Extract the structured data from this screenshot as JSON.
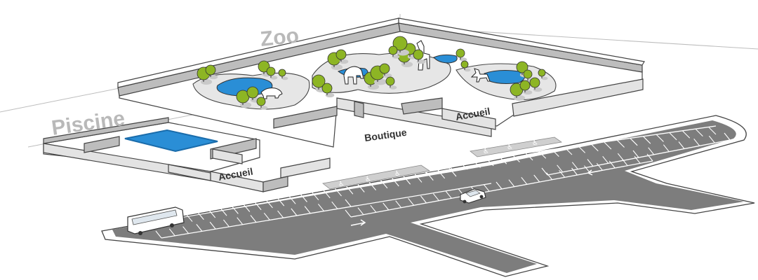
{
  "labels": {
    "zoo": "Zoo",
    "piscine": "Piscine",
    "accueil_zoo": "Accueil",
    "accueil_piscine": "Accueil",
    "boutique": "Boutique"
  },
  "colors": {
    "road": "#7d7d7d",
    "water": "#2a8ed6",
    "tree": "#8db524",
    "big_label": "#b9b9b9"
  },
  "icons": [
    "bus-icon",
    "car-icon",
    "wheelchair-icon",
    "elephant-icon",
    "giraffe-icon",
    "rhino-icon",
    "deer-icon",
    "tree-icon"
  ]
}
